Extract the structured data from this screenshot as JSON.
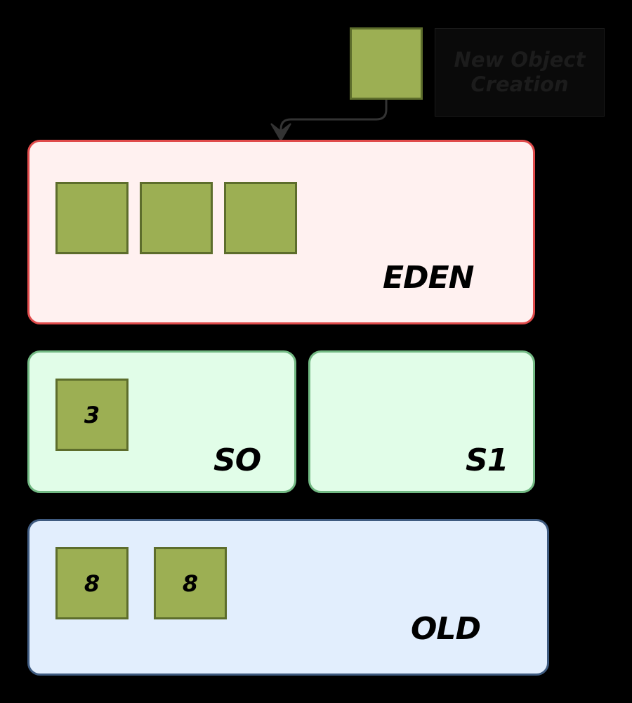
{
  "caption": {
    "text": "New Object Creation"
  },
  "colors": {
    "object_fill": "#9caf53",
    "object_border": "#5d6d2c",
    "eden_fill": "#fff1f0",
    "eden_border": "#e04b4b",
    "survivor_fill": "#e1fde8",
    "survivor_border": "#72b983",
    "old_fill": "#e2eefd",
    "old_border": "#3f5b80",
    "arrow": "#333333"
  },
  "regions": {
    "eden": {
      "label": "EDEN"
    },
    "s0": {
      "label": "SO"
    },
    "s1": {
      "label": "S1"
    },
    "old": {
      "label": "OLD"
    }
  },
  "objects": {
    "new_object": {
      "label": ""
    },
    "eden": [
      {
        "label": ""
      },
      {
        "label": ""
      },
      {
        "label": ""
      }
    ],
    "s0": [
      {
        "label": "3"
      }
    ],
    "old": [
      {
        "label": "8"
      },
      {
        "label": "8"
      }
    ]
  }
}
